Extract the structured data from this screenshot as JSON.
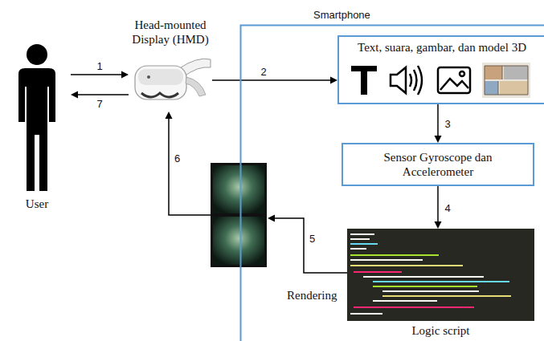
{
  "diagram": {
    "nodes": [
      {
        "text": [
          "User"
        ]
      },
      {
        "text": [
          "Head-mounted Display (HMD)"
        ]
      },
      {
        "text": [
          "Smartphone"
        ]
      },
      {
        "text": [
          "Text, suara, gambar, dan model 3D"
        ],
        "in": 2
      },
      {
        "text": [
          "Sensor Gyroscope dan Accelerometer"
        ],
        "in": 2
      },
      {
        "text": [
          "Logic script"
        ],
        "in": 2
      }
    ],
    "edges": [
      {
        "from": 0,
        "to": 1,
        "label": "1",
        "arrow": "to"
      },
      {
        "from": 1,
        "to": 0,
        "label": "7",
        "arrow": "to"
      },
      {
        "from": 1,
        "to": 3,
        "label": "2",
        "arrow": "to"
      },
      {
        "from": 3,
        "to": 4,
        "label": "3",
        "arrow": "to"
      },
      {
        "from": 4,
        "to": 5,
        "label": "4",
        "arrow": "to"
      }
    ],
    "labels": [
      "5",
      "Rendering",
      "6"
    ]
  }
}
